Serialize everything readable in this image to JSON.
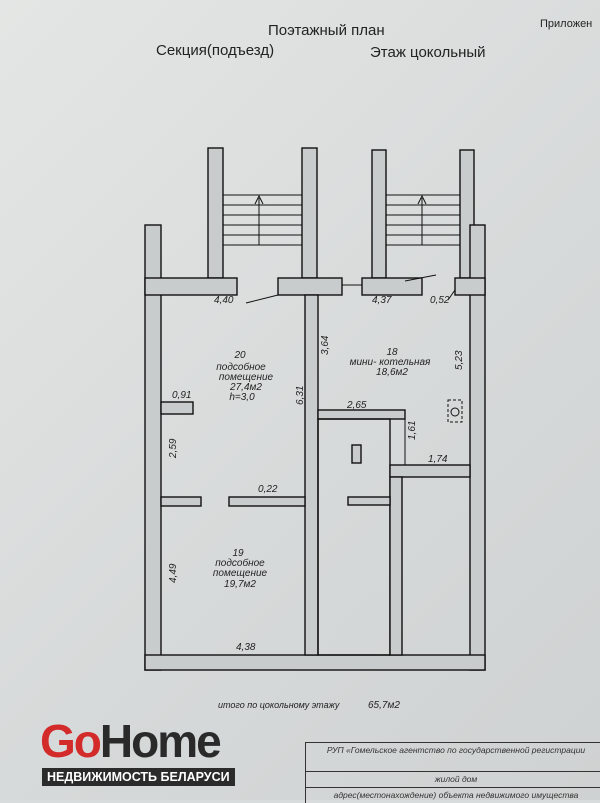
{
  "header": {
    "title": "Поэтажный план",
    "section_label": "Секция(подъезд)",
    "floor_label": "Этаж цокольный",
    "appendix": "Приложен"
  },
  "rooms": [
    {
      "number": "20",
      "name": "подсобное помещение",
      "name_l1": "подсобное",
      "name_l2": "помещение",
      "area": "27,4м2",
      "height": "h=3,0"
    },
    {
      "number": "18",
      "name": "мини- котельная",
      "area": "18,6м2"
    },
    {
      "number": "19",
      "name_l1": "подсобное",
      "name_l2": "помещение",
      "area": "19,7м2"
    }
  ],
  "dimensions": {
    "d440": "4,40",
    "d437": "4,37",
    "d052": "0,52",
    "d364": "3,64",
    "d523": "5,23",
    "d631": "6,31",
    "d091": "0,91",
    "d265": "2,65",
    "d161": "1,61",
    "d174": "1,74",
    "d259": "2,59",
    "d022": "0,22",
    "d449": "4,49",
    "d438": "4,38"
  },
  "total": {
    "label": "итого по цокольному этажу",
    "value": "65,7м2"
  },
  "stamp": {
    "org": "РУП «Гомельское агентство по государственной регистрации",
    "object_type": "жилой дом",
    "address_label": "адрес(местонахождение) объекта недвижимого имущества"
  },
  "watermark": {
    "go": "Go",
    "home": "Home",
    "tagline": "НЕДВИЖИМОСТЬ БЕЛАРУСИ"
  }
}
